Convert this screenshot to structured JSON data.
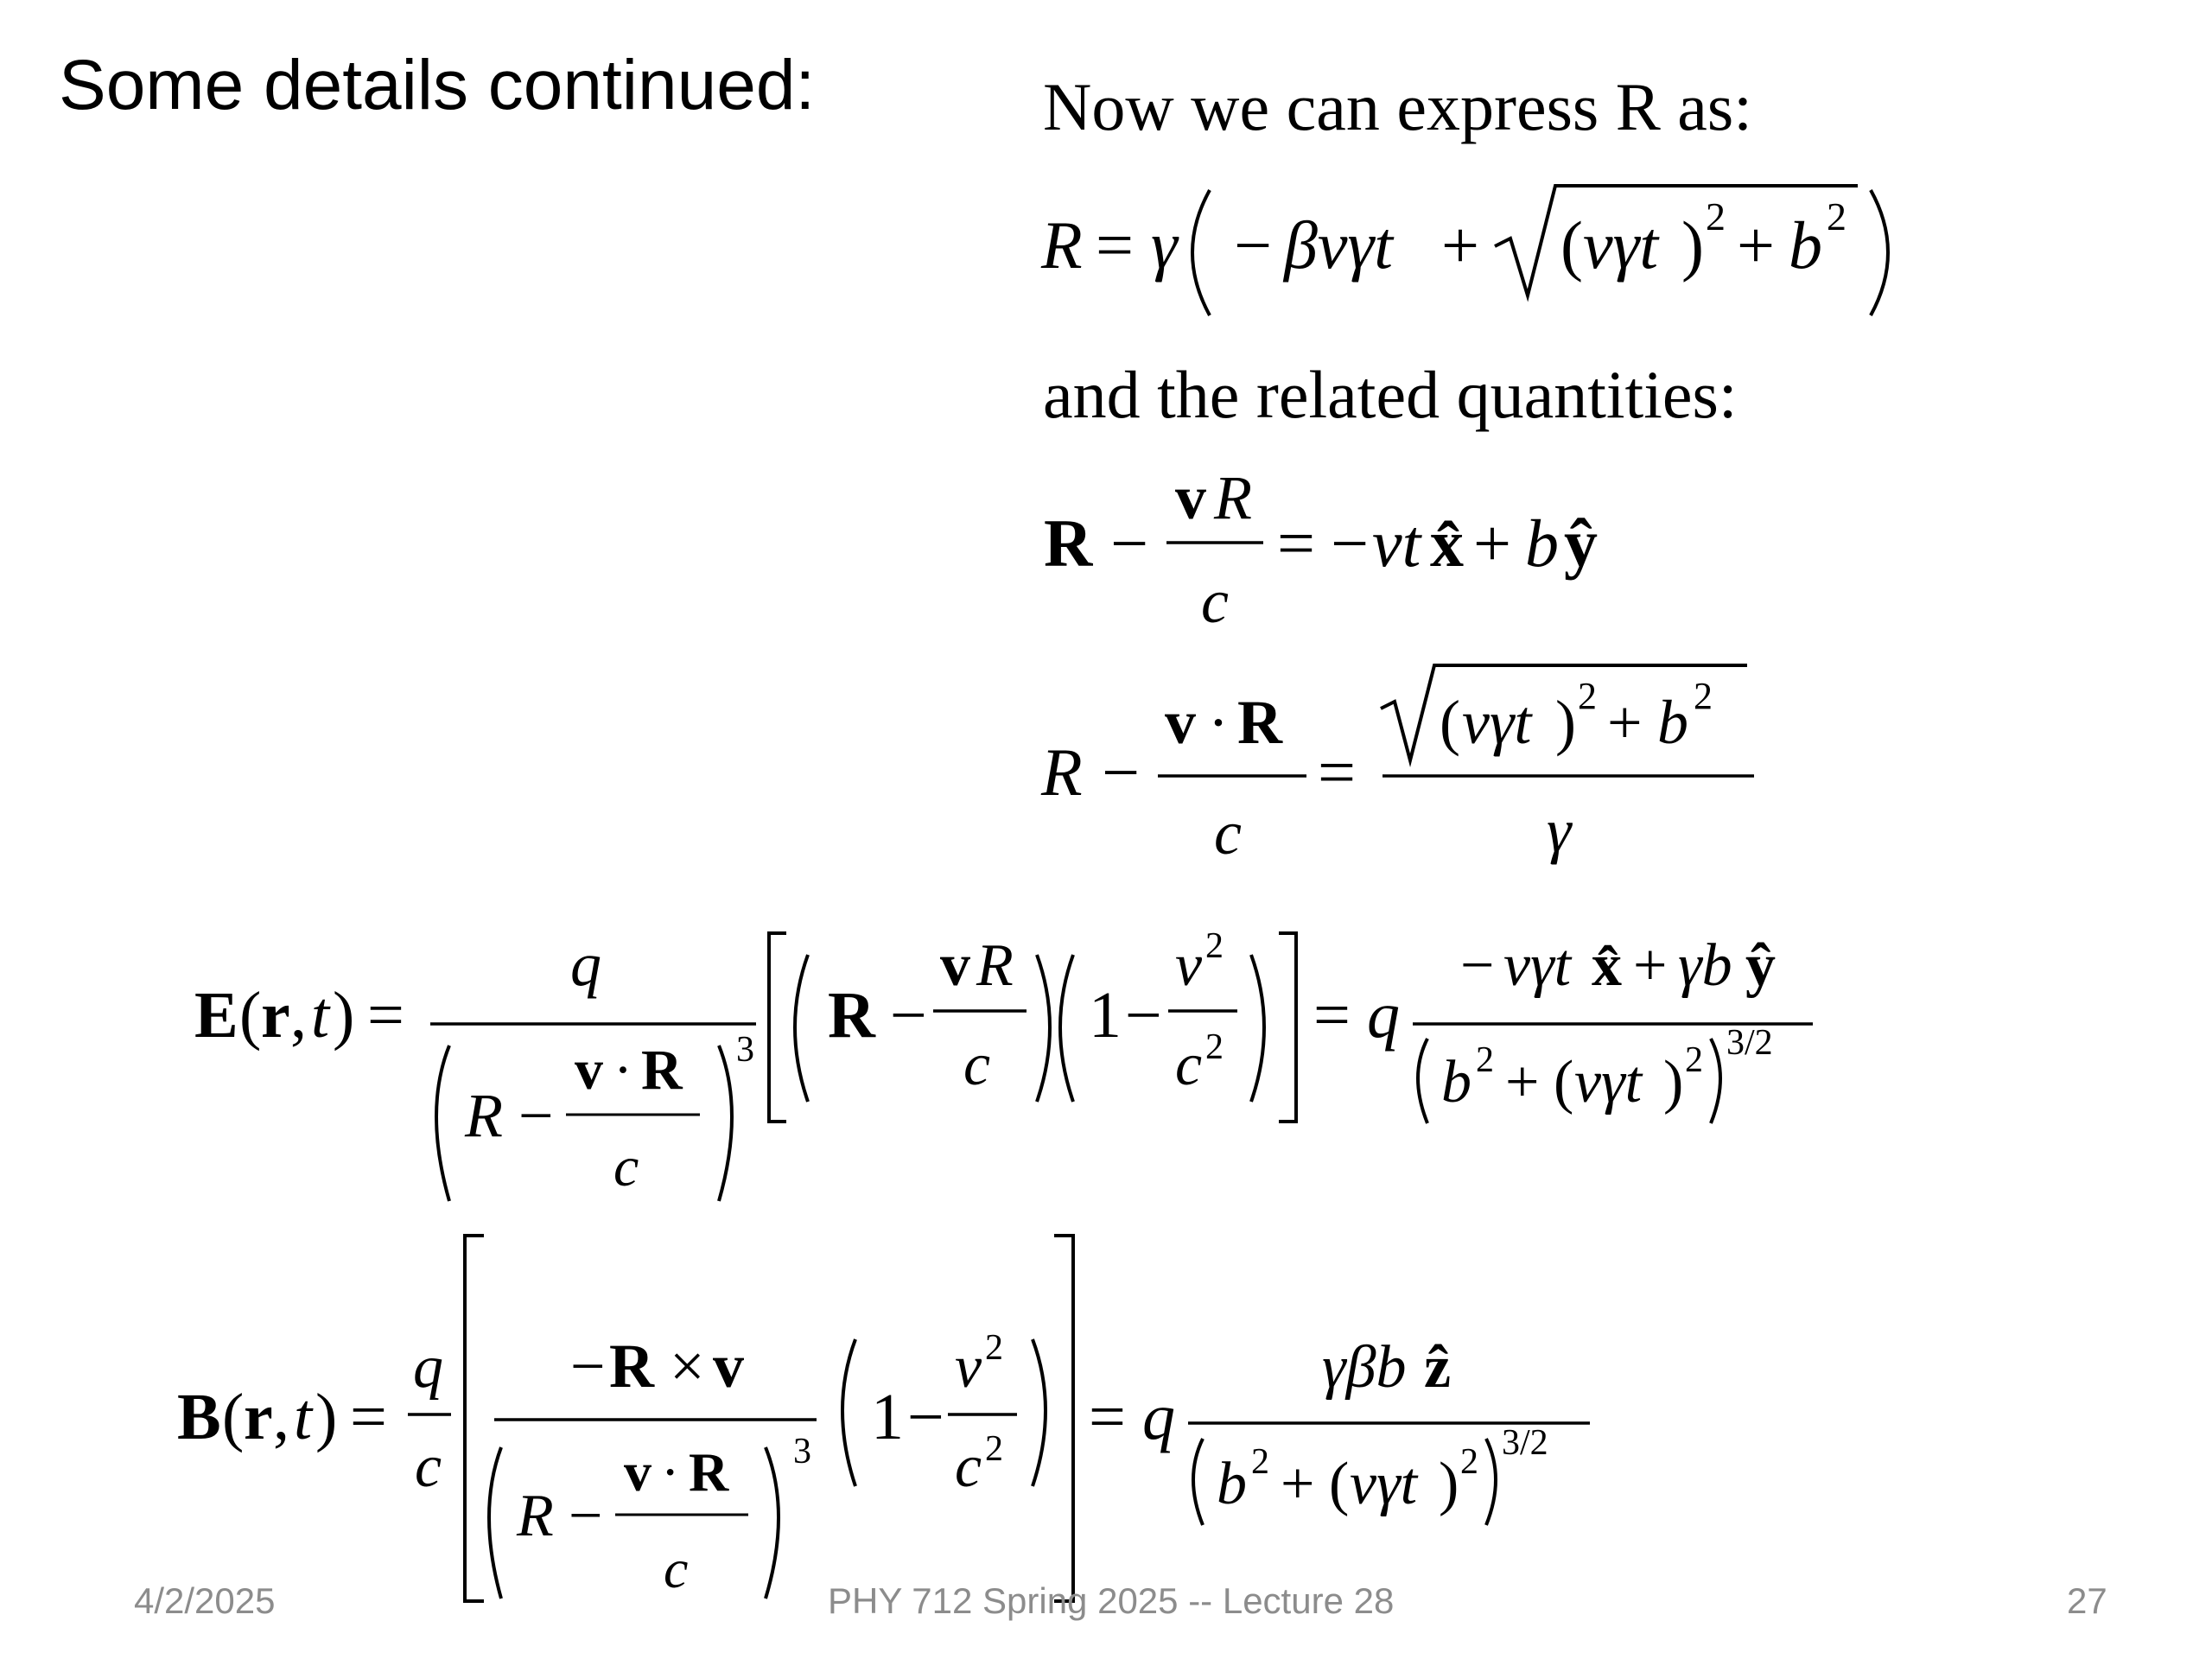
{
  "slide": {
    "title": "Some details continued:",
    "intro_text": "Now we can express R as:",
    "related_text": "and the related quantities:"
  },
  "equations": {
    "R_expression": "R = γ(−βvγt + √((vγt)² + b²))",
    "R_minus_vR_over_c": "R − vR/c = −vt x̂ + b ŷ",
    "R_minus_vdotR_over_c": "R − v·R/c = √((vγt)² + b²)/γ",
    "E_field": "E(r,t) = q/(R − v·R/c)³ [(R − vR/c)(1 − v²/c²)] = q (−vγt x̂ + γb ŷ)/(b² + (vγt)²)^(3/2)",
    "B_field": "B(r,t) = q/c [ (−R×v)/(R − v·R/c)³ (1 − v²/c²) ] = q γβb ẑ/(b² + (vγt)²)^(3/2)"
  },
  "footer": {
    "date": "4/2/2025",
    "course": "PHY 712  Spring 2025 -- Lecture 28",
    "page": "27"
  }
}
